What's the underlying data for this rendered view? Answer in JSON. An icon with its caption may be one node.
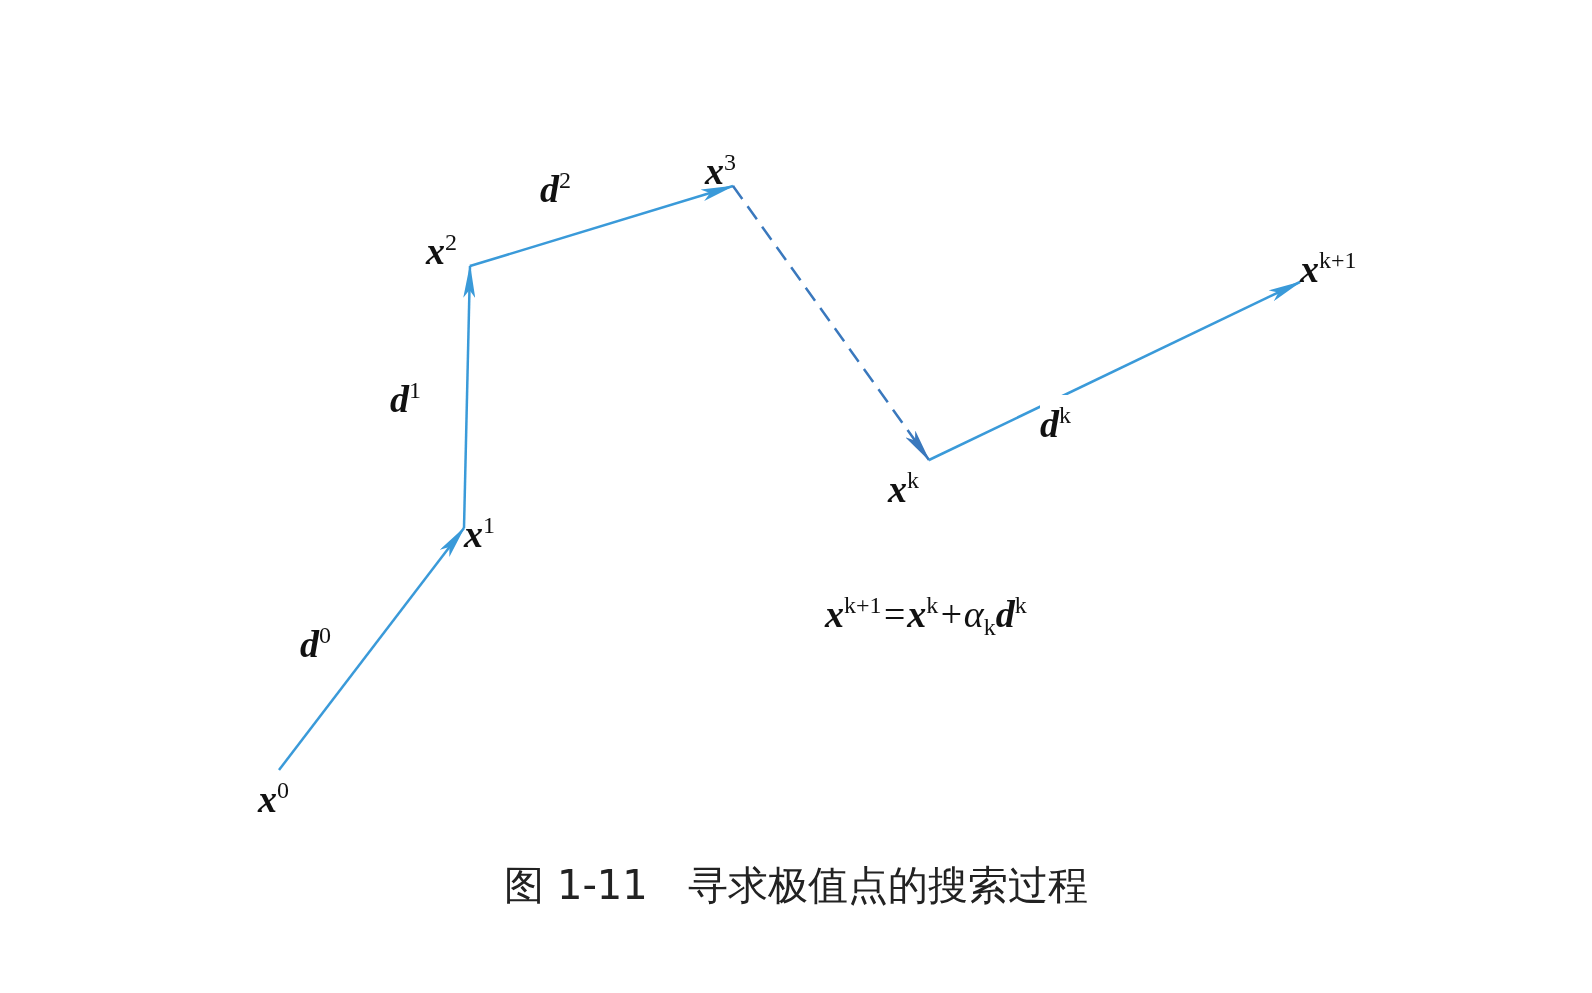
{
  "diagram": {
    "caption": "图 1-11　寻求极值点的搜索过程",
    "nodes": [
      {
        "text": [
          "**x**$^{0}$"
        ]
      },
      {
        "text": [
          "**x**$^{1}$"
        ]
      },
      {
        "text": [
          "**x**$^{2}$"
        ]
      },
      {
        "text": [
          "**x**$^{3}$"
        ]
      },
      {
        "text": [
          "**x**$^{k}$"
        ]
      },
      {
        "text": [
          "**x**$^{k+1}$"
        ]
      }
    ],
    "edges": [
      {
        "from": 0,
        "to": 1,
        "arrow": "to",
        "label": "**d**$^{0}$"
      },
      {
        "from": 1,
        "to": 2,
        "arrow": "to",
        "label": "**d**$^{1}$"
      },
      {
        "from": 2,
        "to": 3,
        "arrow": "to",
        "label": "**d**$^{2}$"
      },
      {
        "from": 3,
        "to": 4,
        "arrow": "to",
        "style": "dashed",
        "color": "#3a78bd"
      },
      {
        "from": 4,
        "to": 5,
        "arrow": "to",
        "label": "**d**$^{k}$"
      }
    ],
    "labels": [
      "**x**$^{k+1}$=**x**$^{k}$+α$_{k}$**d**$^{k}$"
    ]
  }
}
